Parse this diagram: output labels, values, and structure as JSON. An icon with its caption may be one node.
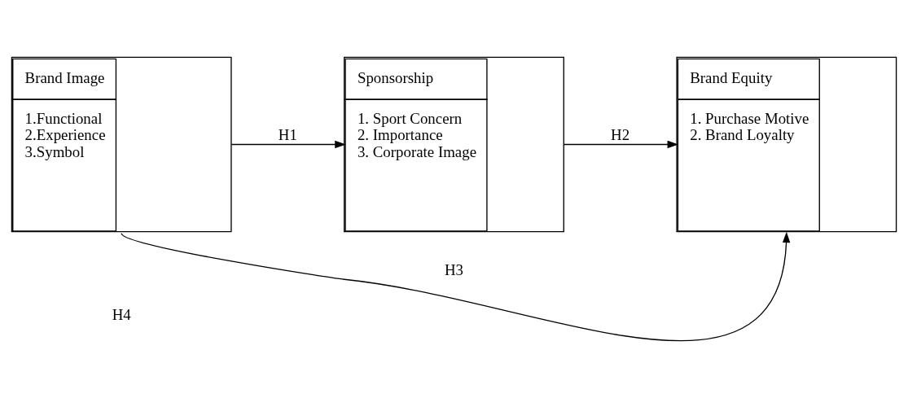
{
  "diagram": {
    "nodes": [
      {
        "text": [
          "Brand Image",
          "1.Functional",
          "2.Experience",
          "3.Symbol"
        ]
      },
      {
        "text": [
          "Sponsorship",
          "1. Sport Concern",
          "2. Importance",
          "3. Corporate Image"
        ]
      },
      {
        "text": [
          "Brand Equity",
          "1. Purchase Motive",
          "2. Brand Loyalty"
        ]
      }
    ],
    "edges": [
      {
        "from": 0,
        "to": 1,
        "arrow": "to",
        "label": "H1"
      },
      {
        "from": 1,
        "to": 2,
        "arrow": "to",
        "label": "H2"
      },
      {
        "from": 0,
        "to": 2,
        "arrow": "to",
        "label": "H3"
      }
    ],
    "labels": [
      "H4"
    ]
  }
}
